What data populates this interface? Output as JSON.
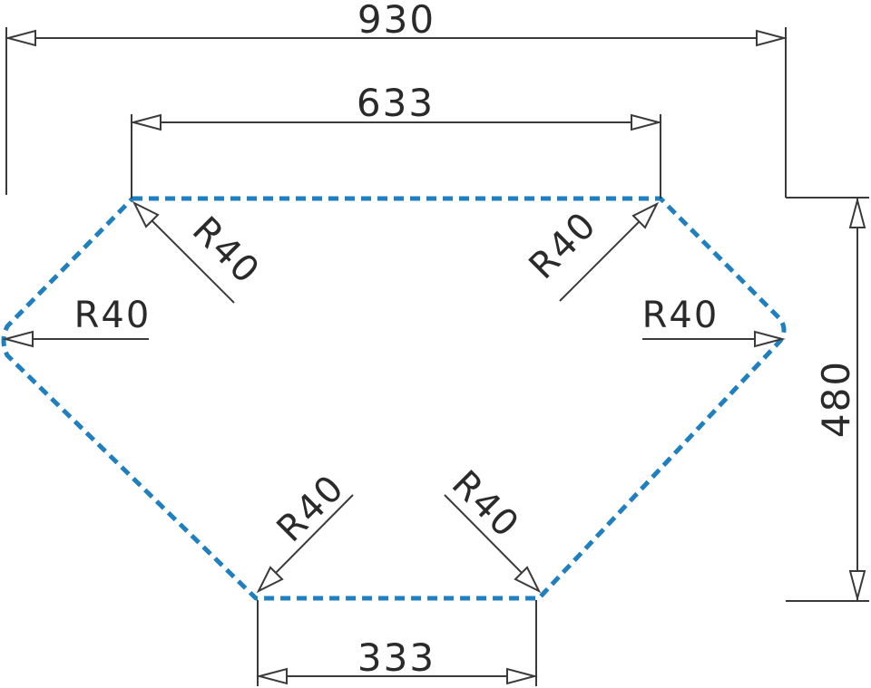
{
  "colors": {
    "outline": "#1f7fbf",
    "dimension_line": "#3a3a3a",
    "text": "#2a2a2a",
    "background": "#ffffff"
  },
  "dimensions": {
    "overall_width": "930",
    "top_edge_width": "633",
    "bottom_edge_width": "333",
    "overall_depth": "480"
  },
  "radii": {
    "top_left": "R40",
    "top_right": "R40",
    "left": "R40",
    "right": "R40",
    "bottom_left": "R40",
    "bottom_right": "R40"
  }
}
